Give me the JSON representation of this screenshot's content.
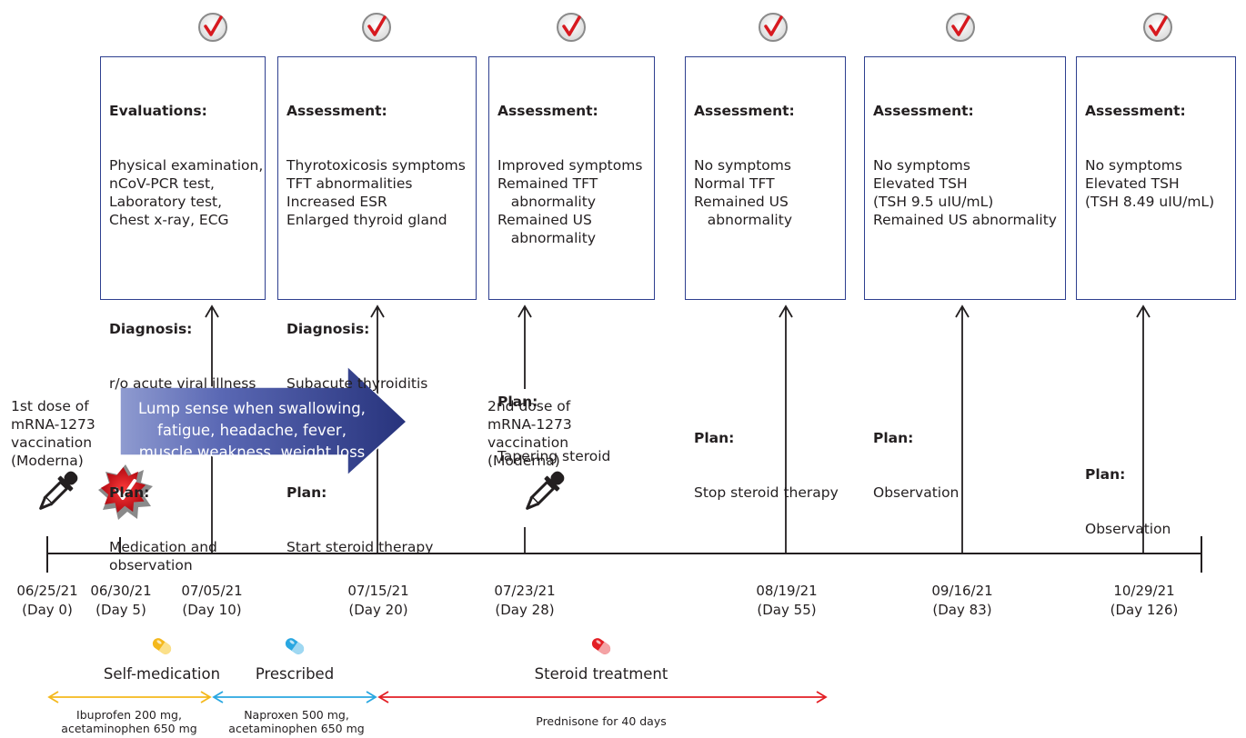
{
  "boxes": [
    {
      "sections": [
        {
          "heading": "Evaluations:",
          "text": "Physical examination,\nnCoV-PCR test,\nLaboratory test,\nChest x-ray, ECG"
        },
        {
          "heading": "Diagnosis:",
          "text": "r/o acute viral illness"
        },
        {
          "heading": "Plan:",
          "text": "Medication and\nobservation"
        }
      ]
    },
    {
      "sections": [
        {
          "heading": "Assessment:",
          "text": "Thyrotoxicosis symptoms\nTFT abnormalities\nIncreased ESR\nEnlarged thyroid gland"
        },
        {
          "heading": "Diagnosis:",
          "text": "Subacute thyroiditis"
        },
        {
          "heading": "Plan:",
          "text": "Start steroid therapy"
        }
      ]
    },
    {
      "sections": [
        {
          "heading": "Assessment:",
          "text": "Improved symptoms\nRemained TFT\n   abnormality\nRemained US\n   abnormality"
        },
        {
          "heading": "Plan:",
          "text": "Tapering steroid"
        }
      ]
    },
    {
      "sections": [
        {
          "heading": "Assessment:",
          "text": "No symptoms\nNormal TFT\nRemained US\n   abnormality"
        },
        {
          "heading": "Plan:",
          "text": "Stop steroid therapy"
        }
      ]
    },
    {
      "sections": [
        {
          "heading": "Assessment:",
          "text": "No symptoms\nElevated TSH\n(TSH 9.5 uIU/mL)\nRemained US abnormality"
        },
        {
          "heading": "Plan:",
          "text": "Observation"
        }
      ]
    },
    {
      "sections": [
        {
          "heading": "Assessment:",
          "text": "No symptoms\nElevated TSH\n(TSH 8.49 uIU/mL)"
        },
        {
          "heading": "Plan:",
          "text": "Observation"
        }
      ]
    }
  ],
  "events": {
    "dose1": "1st dose of\nmRNA-1273\nvaccination\n(Moderna)",
    "dose2": "2nd dose of\nmRNA-1273\nvaccination\n(Moderna)",
    "symptoms": "Lump sense when swallowing,\nfatigue, headache, fever,\nmuscle weakness, weight loss"
  },
  "dates": [
    {
      "date": "06/25/21",
      "day": "(Day 0)"
    },
    {
      "date": "06/30/21",
      "day": "(Day 5)"
    },
    {
      "date": "07/05/21",
      "day": "(Day 10)"
    },
    {
      "date": "07/15/21",
      "day": "(Day 20)"
    },
    {
      "date": "07/23/21",
      "day": "(Day 28)"
    },
    {
      "date": "08/19/21",
      "day": "(Day 55)"
    },
    {
      "date": "09/16/21",
      "day": "(Day 83)"
    },
    {
      "date": "10/29/21",
      "day": "(Day 126)"
    }
  ],
  "treatments": [
    {
      "phase": "Self-medication",
      "drugs": "Ibuprofen 200 mg,\nacetaminophen 650 mg",
      "pill_icon": "yellow-pill-icon",
      "color": "#f4b81c"
    },
    {
      "phase": "Prescribed",
      "drugs": "Naproxen 500 mg,\nacetaminophen 650 mg",
      "pill_icon": "blue-pill-icon",
      "color": "#29a7e1"
    },
    {
      "phase": "Steroid treatment",
      "drugs": "Prednisone for 40 days",
      "pill_icon": "red-pill-icon",
      "color": "#e31e24"
    }
  ],
  "colors": {
    "box_border": "#2e3f8f",
    "arrow_dark": "#27337c",
    "arrow_light": "#8f9bd0",
    "check_red": "#d7191f",
    "line": "#231f20"
  },
  "icons": {
    "check": "check-circle-icon",
    "dropper": "dropper-icon",
    "onset": "starburst-check-icon"
  }
}
